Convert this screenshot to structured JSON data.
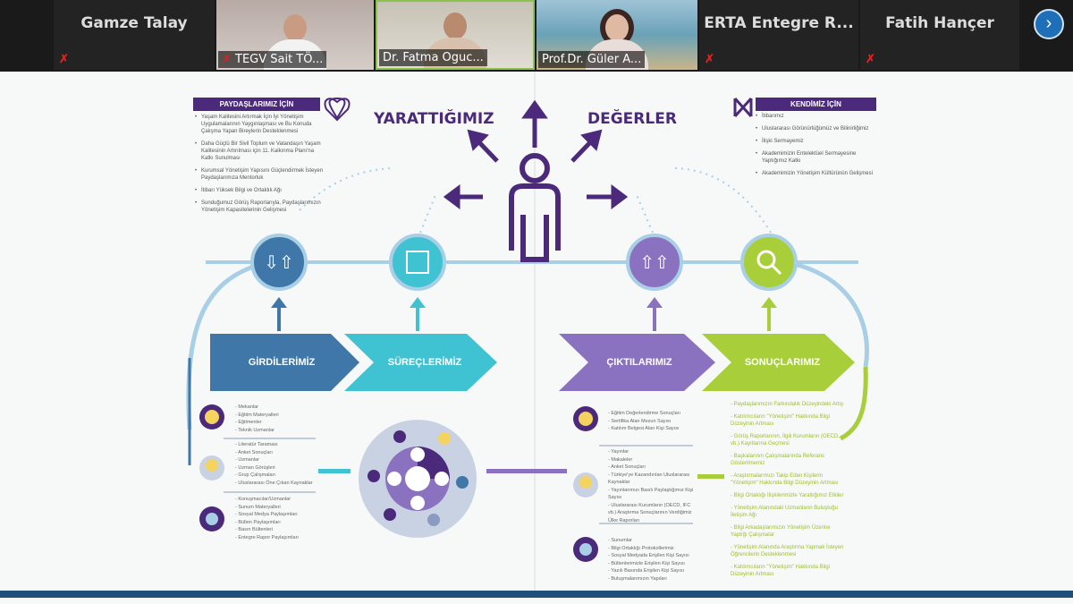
{
  "participants": [
    {
      "name": "Gamze Talay",
      "video": false,
      "muted": true
    },
    {
      "name": "TEGV Sait TÖ...",
      "video": true,
      "muted": true
    },
    {
      "name": "Dr. Fatma Oguc...",
      "video": true,
      "muted": false,
      "active_speaker": true
    },
    {
      "name": "Prof.Dr. Güler A...",
      "video": true,
      "muted": false
    },
    {
      "name": "ERTA Entegre R...",
      "video": false,
      "muted": true
    },
    {
      "name": "Fatih Hançer",
      "video": false,
      "muted": true
    }
  ],
  "next_button": "›",
  "slide": {
    "title_left": "YARATTIĞIMIZ",
    "title_right": "DEĞERLER",
    "stakeholders": {
      "header": "PAYDAŞLARIMIZ İÇİN",
      "items": [
        "Yaşam Kalitesini Artırmak İçin İyi Yönetişim Uygulamalarının Yaygınlaşması ve Bu Konuda Çalışma Yapan Bireylerin Desteklenmesi",
        "Daha Güçlü Bir Sivil Toplum ve Vatandaşın Yaşam Kalitesinin Artırılması için 11. Kalkınma Planı'na Katkı Sunulması",
        "Kurumsal Yönetişim Yapısını Güçlendirmek İsteyen Paydaşlarımıza Mentorluk",
        "İtibarı Yüksek Bilgi ve Ortaklık Ağı",
        "Sunduğumuz Görüş Raporlarıyla, Paydaşlarımızın Yönetişim Kapasitelerinin Gelişmesi"
      ]
    },
    "ourselves": {
      "header": "KENDİMİZ İÇİN",
      "items": [
        "İtibarımız",
        "Uluslararası Görünürlüğümüz ve Bilinirliğimiz",
        "İlişki Sermayemiz",
        "Akademimizin Entelektüel Sermayesine Yaptığımız Katkı",
        "Akademimizin Yönetişim Kültürünün Gelişmesi"
      ]
    },
    "stages": {
      "inputs": "GİRDİLERİMİZ",
      "processes": "SÜREÇLERİMİZ",
      "outputs": "ÇIKTILARIMIZ",
      "outcomes": "SONUÇLARIMIZ"
    },
    "inputs_lists": [
      [
        "Mekanlar",
        "Eğitim Materyalleri",
        "Eğitmenler",
        "Teknik Uzmanlar"
      ],
      [
        "Literatür Taraması",
        "Anket Sonuçları",
        "Uzmanlar",
        "Uzman Görüşleri",
        "Grup Çalışmaları",
        "Uluslararası Öne Çıkan Kaynaklar"
      ],
      [
        "Konuşmacılar/Uzmanlar",
        "Sunum Materyalleri",
        "Sosyal Medya Paylaşımları",
        "Bülten Paylaşımları",
        "Basın Bültenleri",
        "Entegre Rapor Paylaşımları"
      ]
    ],
    "outputs_lists": [
      [
        "Eğitim Değerlendirme Sonuçları",
        "Sertifika Alan Mezun Sayısı",
        "Katılım Belgesi Alan Kişi Sayısı"
      ],
      [
        "Yayınlar",
        "Makaleler",
        "Anket Sonuçları",
        "Türkiye'ye Kazandırılan Uluslararası Kaynaklar",
        "Yayınlarımızı Basılı Paylaştığımız Kişi Sayısı",
        "Uluslararası Kurumların (OECD, IFC vb.) Araştırma Sonuçlarının Verdiğimiz Ülke Raporları"
      ],
      [
        "Sunumlar",
        "Bilgi Ortaklığı Protokollerimiz",
        "Sosyal Medyada Erişilen Kişi Sayısı",
        "Bültenlerimizle Erişilen Kişi Sayısı",
        "Yazılı Basında Erişilen Kişi Sayısı",
        "Buluşmalarımızın Yapıları"
      ]
    ],
    "outcomes_list": [
      "Paydaşlarımızın Farkındalık Düzeyindeki Artış",
      "Katılımcıların \"Yönetişim\" Hakkında Bilgi Düzeyinin Artması",
      "Görüş Raporlarının, İlgili Kurumların (OECD, vb.) Kayıtlarına Geçmesi",
      "Başkalarının Çalışmalarında Referans Gösterilmemiz",
      "Araştırmalarımızı Takip Eden Kişilerin \"Yönetişim\" Hakkında Bilgi Düzeyinin Artması",
      "Bilgi Ortaklığı İlişkilerimizle Yarattığımız Etkiler",
      "Yönetişim Alanındaki Uzmanların Buluştuğu İletişim Ağı",
      "Bilgi Arkadaşlarımızın Yönetişim Üzerine Yaptığı Çalışmalar",
      "Yönetişim Alanında Araştırma Yapmak İsteyen Öğrencilerin Desteklenmesi",
      "Katılımcıların \"Yönetişim\" Hakkında Bilgi Düzeyinin Artması"
    ],
    "colors": {
      "purple": "#4b2a7b",
      "blue": "#3f77a8",
      "teal": "#3fc3d2",
      "lavender": "#8a72c0",
      "lime": "#a8cf3a",
      "arc": "#a9cfe6"
    }
  }
}
